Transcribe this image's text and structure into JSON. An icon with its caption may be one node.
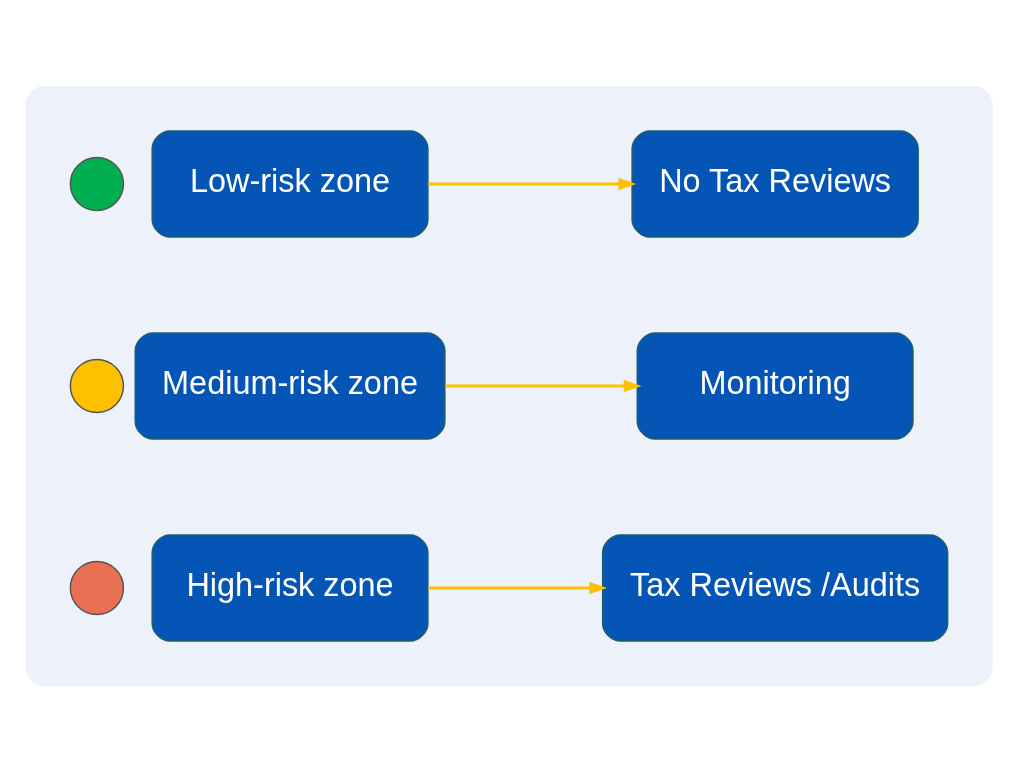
{
  "diagram": {
    "nodes": [
      {
        "text": [],
        "shape": "box"
      },
      {
        "text": [],
        "shape": "circle",
        "in": 0
      },
      {
        "text": [
          "Low-risk zone"
        ],
        "in": 0
      },
      {
        "text": [
          "No Tax Reviews"
        ],
        "in": 0
      },
      {
        "text": [],
        "shape": "circle",
        "in": 0
      },
      {
        "text": [
          "Medium-risk zone"
        ],
        "in": 0
      },
      {
        "text": [
          "Monitoring"
        ],
        "in": 0
      },
      {
        "text": [],
        "shape": "circle",
        "in": 0
      },
      {
        "text": [
          "High-risk zone"
        ],
        "in": 0
      },
      {
        "text": [
          "Tax Reviews /Audits"
        ],
        "in": 0
      }
    ],
    "edges": [
      {
        "from": 2,
        "to": 3,
        "arrow": "to"
      },
      {
        "from": 5,
        "to": 6,
        "arrow": "to"
      },
      {
        "from": 8,
        "to": 9,
        "arrow": "to"
      }
    ]
  }
}
